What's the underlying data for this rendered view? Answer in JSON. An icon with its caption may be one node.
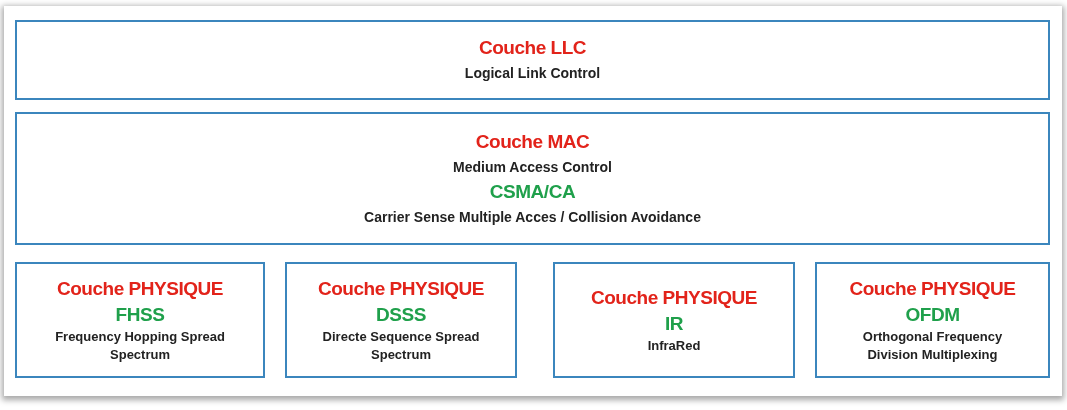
{
  "diagram": {
    "nodes": [
      {
        "text": [
          "Couche LLC",
          "Logical Link Control"
        ]
      },
      {
        "text": [
          "Couche MAC",
          "Medium Access Control",
          "CSMA/CA",
          "Carrier Sense Multiple Acces / Collision Avoidance"
        ]
      },
      {
        "text": [
          "Couche PHYSIQUE",
          "FHSS",
          "Frequency Hopping Spread Spectrum"
        ]
      },
      {
        "text": [
          "Couche PHYSIQUE",
          "DSSS",
          "Directe Sequence Spread Spectrum"
        ]
      },
      {
        "text": [
          "Couche PHYSIQUE",
          "IR",
          "InfraRed"
        ]
      },
      {
        "text": [
          "Couche PHYSIQUE",
          "OFDM",
          "Orthogonal Frequency Division Multiplexing"
        ]
      }
    ]
  }
}
